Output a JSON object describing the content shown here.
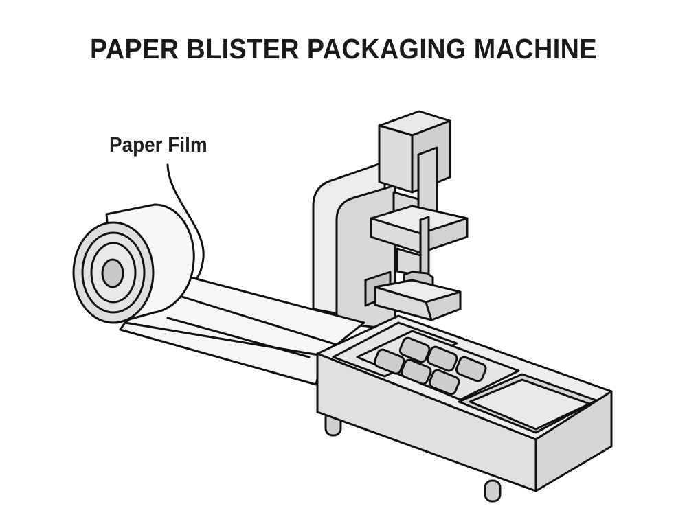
{
  "diagram": {
    "title": "PAPER BLISTER PACKAGING MACHINE",
    "labels": [
      {
        "text": "Paper Film",
        "points_to": "paper-film-roll"
      }
    ],
    "components": [
      "paper-film-roll",
      "paper-film-strip",
      "machine-frame",
      "press-head",
      "press-upper-block",
      "press-plunger",
      "press-lower-block",
      "forming-tray",
      "blister-cavities",
      "output-tray",
      "support-legs"
    ],
    "blister_cavity_count": 6,
    "colors": {
      "line": "#111111",
      "fill_light": "#f4f4f4",
      "fill_mid": "#e2e2e2",
      "fill_dark": "#cfcfcf",
      "core": "#c8c8c8"
    }
  }
}
